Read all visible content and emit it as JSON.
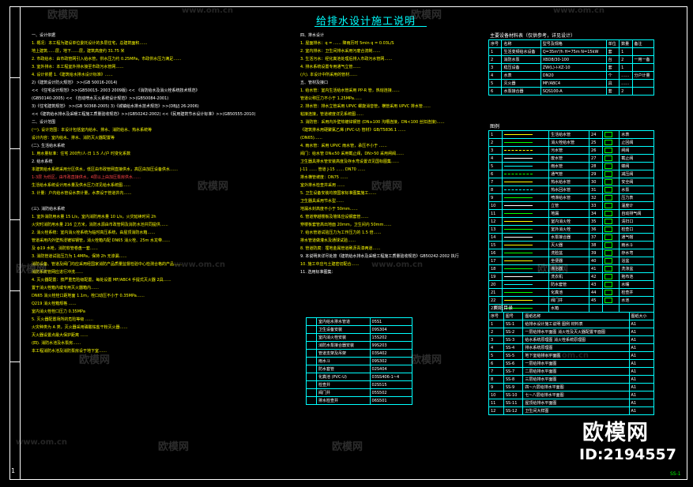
{
  "sheet": {
    "title": "给排水设计施工说明",
    "page_number": "1",
    "sheet_code": "SS-1"
  },
  "watermark": {
    "brand": "欧模网",
    "url": "www.om.cn",
    "big_brand": "欧模网",
    "id_text": "ID:2194557"
  },
  "left_notes": [
    {
      "t": "一、设计依据",
      "c": "w"
    },
    {
      "t": "1. 概况：本工程为建设单位委托设计的多层住宅，总建筑面积……",
      "c": "y"
    },
    {
      "t": "   地上建筑……层，地下……层，建筑高度约 31.75 米",
      "c": "y"
    },
    {
      "t": "2. 市政给水：由市政管网引入给水管，供水压力约 0.25MPa，市政供水压力满足……",
      "c": "y"
    },
    {
      "t": "3. 室外排水：本工程室外排水接至市政污水管网……",
      "c": "y"
    },
    {
      "t": "4. 设计依据 1.《建筑给水排水设计标准》……",
      "c": "y"
    },
    {
      "t": "   2)《建筑设计防火规范》 >>(GB 50016-2014)",
      "c": "w"
    },
    {
      "t": "   << 《住宅设计规范》>>(GB50015- 2003 2009版) << 《消防给水及消火栓系统技术规范》",
      "c": "w"
    },
    {
      "t": "   (GB50140-2005)  << 《自动喷水灭火系统设计规范》>>(GB50084-2001)",
      "c": "w"
    },
    {
      "t": "   3)《住宅建筑规范》 >>(GB 50368-2005)    3)《城镇给水排水技术规范》>>(DBJ/J 26-2006)",
      "c": "w"
    },
    {
      "t": "   <<《建筑给水排水及采暖工程施工质量验收规范》>>(GB50242-2002) <<《民用建筑节水设计标准》>>(GB50555-2010)",
      "c": "w"
    },
    {
      "t": "二、设计范围",
      "c": "w"
    },
    {
      "t": "(一). 设计范围：本设计包括室内给水、排水、消防给水、热水系统等",
      "c": "y"
    },
    {
      "t": "     设计内容：室内给水、排水、消防灭火器配置等",
      "c": "y"
    },
    {
      "t": "(二). 生活给水系统",
      "c": "w"
    },
    {
      "t": "1. 用水量标准：住宅 200升/人·日 1.5 人/户 时变化系数",
      "c": "y"
    },
    {
      "t": "2. 给水系统",
      "c": "w"
    },
    {
      "t": "   本建筑给水系统采用分区供水，低区由市政管网直接供水，高区由加压设备供水……",
      "c": "y"
    },
    {
      "t": "   1-3层 为低区，由市政直接供水，4层以上由加压泵房供水……",
      "c": "r"
    },
    {
      "t": "   生活给水系统设计用水量及供水压力详见给水系统图……",
      "c": "y"
    },
    {
      "t": "3. 计量：户内给水管设水表计量，水表设于管道井内……",
      "c": "y"
    },
    {
      "t": "",
      "c": "w"
    },
    {
      "t": "(三). 消防给水系统",
      "c": "w"
    },
    {
      "t": "1. 室外消防用水量 15 L/s，室内消防用水量 10 L/s，火灾延续时间 2h",
      "c": "y"
    },
    {
      "t": "   火灾时消防用水量 216 立方米，消防水源由市政管网及消防水池共同提供……",
      "c": "y"
    },
    {
      "t": "2. 消火栓系统：室内消火栓系统为临时高压系统，由屋顶消防水箱……",
      "c": "y"
    },
    {
      "t": "   管道采用内外壁热浸镀锌钢管，消火栓箱内配 DN65 消火栓、25m 水龙带……",
      "c": "y"
    },
    {
      "t": "   及 ф19 水枪，消防软管卷盘一套……",
      "c": "y"
    },
    {
      "t": "3. 消防管道试验压力为 1.4MPa，保持 2h 无渗漏……",
      "c": "y"
    },
    {
      "t": "   消防设备、管道及阀门均应采用经国家消防产品质量监督检验中心检测合格的产品……",
      "c": "y"
    },
    {
      "t": "   消防系统管网应进行冲洗……",
      "c": "y"
    },
    {
      "t": "4. 灭火器配置：按严重危险级配置，每处设置 MF/ABC4 手提式灭火器 2具……",
      "c": "y"
    },
    {
      "t": "   置于消火栓箱内或专用灭火器箱内……",
      "c": "y"
    },
    {
      "t": "   DN65 消火栓栓口距地面 1.1m，栓口动压不小于 0.35MPa……",
      "c": "y"
    },
    {
      "t": "   Q219 消火栓箱规格 ……",
      "c": "y"
    },
    {
      "t": "   室内消火栓栓口压力 0.35MPa",
      "c": "y"
    },
    {
      "t": "5. 灭火器配置场所的危险等级 ……",
      "c": "y"
    },
    {
      "t": "   火灾种类为 A 类，灭火器采用磷酸铵盐干粉灭火器……",
      "c": "y"
    },
    {
      "t": "   灭火器设置点最大保护距离 ……",
      "c": "y"
    },
    {
      "t": "(四). 消防水池及水泵房……",
      "c": "y"
    },
    {
      "t": "   本工程消防水池及消防泵房设于地下室……",
      "c": "y"
    }
  ],
  "mid_notes": [
    {
      "t": "四、排水设计",
      "c": "w"
    },
    {
      "t": "1. 屋面排水：q = ……  降雨历时 5min  q = 0.03L/S",
      "c": "y"
    },
    {
      "t": "2. 室内排水：卫生间排水采用污废合流制……",
      "c": "y"
    },
    {
      "t": "3. 生活污水：经化粪池处理后排入市政污水管网……",
      "c": "y"
    },
    {
      "t": "4. 排水系统设置专用通气立管……",
      "c": "y"
    },
    {
      "t": "(六). 本设计中所采用的管材……",
      "c": "y"
    },
    {
      "t": "五、管材及接口",
      "c": "w"
    },
    {
      "t": "1. 给水管：室内生活给水管采用 PP-R 管，热熔连接……",
      "c": "y"
    },
    {
      "t": "   管道公称压力不小于 1.25MPa……",
      "c": "y"
    },
    {
      "t": "2. 排水管：排水立管采用 UPVC 螺旋消音管，横管采用 UPVC 排水管……",
      "c": "y"
    },
    {
      "t": "   粘接连接，管道坡度详见系统图……",
      "c": "y"
    },
    {
      "t": "3. 消防管：采用内外壁热镀锌钢管 (DN≥100 沟槽连接，DN<100 丝扣连接)……",
      "c": "y"
    },
    {
      "t": "   《建筑排水用硬聚氯乙烯 (PVC-U) 管材》GB/T5836.1 ……",
      "c": "y"
    },
    {
      "t": "   (DN65)……",
      "c": "y"
    },
    {
      "t": "4. 雨水管：采用 UPVC 雨水管，承压不小于 ……",
      "c": "y"
    },
    {
      "t": "   阀门：给水管 DN≤50 采用截止阀，DN>50 采用闸阀……",
      "c": "y"
    },
    {
      "t": "   卫生器具排水管安装高度及存水弯设置详见国标图集……",
      "c": "y"
    },
    {
      "t": "   J-11 ……  管道 J-15 ……  DN70 ……",
      "c": "y"
    },
    {
      "t": "   排水横管坡度：DN75 ……",
      "c": "y"
    },
    {
      "t": "   室外排水检查井采用 ……",
      "c": "y"
    },
    {
      "t": "5. 卫生设备安装均按国家标准图集施工……",
      "c": "y"
    },
    {
      "t": "   卫生器具采用节水型……",
      "c": "y"
    },
    {
      "t": "   地漏水封高度不小于 50mm……",
      "c": "y"
    },
    {
      "t": "6. 管道穿越楼板及墙体应设钢套管……",
      "c": "y"
    },
    {
      "t": "   穿楼板套管高出地面 20mm，卫生间内 50mm……",
      "c": "y"
    },
    {
      "t": "7. 给水管道试验压力为工作压力的 1.5 倍……",
      "c": "y"
    },
    {
      "t": "   排水管道做灌水及通球试验……",
      "c": "y"
    },
    {
      "t": "8. 管道防腐：埋地金属管道刷沥青漆两道……",
      "c": "y"
    },
    {
      "t": "9. 本说明未详尽处按《建筑给水排水及采暖工程施工质量验收规范》GB50242-2002 执行",
      "c": "w"
    },
    {
      "t": "10. 施工中应与土建密切配合……",
      "c": "y"
    },
    {
      "t": "11. 选用标准图集：",
      "c": "w"
    }
  ],
  "atlas_table": [
    [
      "室内给水排水管道",
      "05S1"
    ],
    [
      "卫生设备安装",
      "09S304"
    ],
    [
      "室内消火栓安装",
      "15S202"
    ],
    [
      "消防水泵接合器安装",
      "99S203"
    ],
    [
      "管道支架及吊架",
      "03S402"
    ],
    [
      "雨水斗",
      "09S302"
    ],
    [
      "防水套管",
      "02S404"
    ],
    [
      "化粪池 (PVC-U)",
      "03SS406-1~4"
    ],
    [
      "检查井",
      "02S515"
    ],
    [
      "阀门井",
      "05S502"
    ],
    [
      "排水检查井",
      "06S501"
    ]
  ],
  "equip_header": "主要设备材料表（仅供参考，详见设计）",
  "equip_cols": [
    "序号",
    "名称",
    "型号及规格",
    "单位",
    "数量",
    "备注"
  ],
  "equip_rows": [
    [
      "1",
      "生活变频给水设备",
      "Q=35m³/h H=75m N=15kW",
      "套",
      "1",
      ""
    ],
    [
      "2",
      "消防水泵",
      "XBD8/30-100",
      "台",
      "2",
      "一用一备"
    ],
    [
      "3",
      "稳压设备",
      "ZW(L)-I-XZ-10",
      "套",
      "1",
      ""
    ],
    [
      "4",
      "水表",
      "DN20",
      "个",
      "……",
      "分户计量"
    ],
    [
      "5",
      "灭火器",
      "MF/ABC4",
      "具",
      "……",
      ""
    ],
    [
      "6",
      "水泵接合器",
      "SQS100-A",
      "套",
      "2",
      ""
    ]
  ],
  "legend_header": "图例",
  "legend_rows": [
    [
      "1",
      "生活给水管",
      "24",
      "水表"
    ],
    [
      "2",
      "消火栓给水管",
      "25",
      "止回阀"
    ],
    [
      "3",
      "污水管",
      "26",
      "闸阀"
    ],
    [
      "4",
      "废水管",
      "27",
      "截止阀"
    ],
    [
      "5",
      "雨水管",
      "28",
      "蝶阀"
    ],
    [
      "6",
      "通气管",
      "29",
      "减压阀"
    ],
    [
      "7",
      "热水给水管",
      "30",
      "安全阀"
    ],
    [
      "8",
      "热水回水管",
      "31",
      "水泵"
    ],
    [
      "9",
      "喷淋给水管",
      "32",
      "压力表"
    ],
    [
      "10",
      "立管",
      "33",
      "温度计"
    ],
    [
      "11",
      "地漏",
      "34",
      "自动排气阀"
    ],
    [
      "12",
      "室内消火栓",
      "35",
      "清扫口"
    ],
    [
      "13",
      "室外消火栓",
      "36",
      "检查口"
    ],
    [
      "14",
      "水泵接合器",
      "37",
      "通气帽"
    ],
    [
      "15",
      "灭火器",
      "38",
      "雨水斗"
    ],
    [
      "16",
      "洗脸盆",
      "39",
      "存水弯"
    ],
    [
      "17",
      "坐便器",
      "40",
      "浴盆"
    ],
    [
      "18",
      "淋浴器",
      "41",
      "洗涤盆"
    ],
    [
      "19",
      "洗衣机",
      "42",
      "拖布池"
    ],
    [
      "20",
      "防水套管",
      "43",
      "水嘴"
    ],
    [
      "21",
      "化粪池",
      "44",
      "检查井"
    ],
    [
      "22",
      "阀门井",
      "45",
      "水池"
    ],
    [
      "23",
      "水箱",
      "",
      ""
    ]
  ],
  "drawings_header": "图纸目录",
  "drawings_cols": [
    "序号",
    "图号",
    "图纸名称",
    "图纸大小"
  ],
  "drawings_rows": [
    [
      "1",
      "SS-1",
      "给排水设计施工说明 图例 材料表",
      "A1"
    ],
    [
      "2",
      "SS-2",
      "一层给排水平面图 消火栓及灭火器配置平面图",
      "A1"
    ],
    [
      "3",
      "SS-3",
      "给水系统原理图 消火栓系统原理图",
      "A1"
    ],
    [
      "4",
      "SS-4",
      "排水系统原理图",
      "A1"
    ],
    [
      "5",
      "SS-5",
      "地下室给排水平面图",
      "A1"
    ],
    [
      "6",
      "SS-6",
      "一层给排水平面图",
      "A1"
    ],
    [
      "7",
      "SS-7",
      "二层给排水平面图",
      "A1"
    ],
    [
      "8",
      "SS-8",
      "三层给排水平面图",
      "A1"
    ],
    [
      "9",
      "SS-9",
      "四~六层给排水平面图",
      "A1"
    ],
    [
      "10",
      "SS-10",
      "七~八层给排水平面图",
      "A1"
    ],
    [
      "11",
      "SS-11",
      "屋顶给排水平面图",
      "A1"
    ],
    [
      "12",
      "SS-12",
      "卫生间大样图",
      "A1"
    ]
  ]
}
